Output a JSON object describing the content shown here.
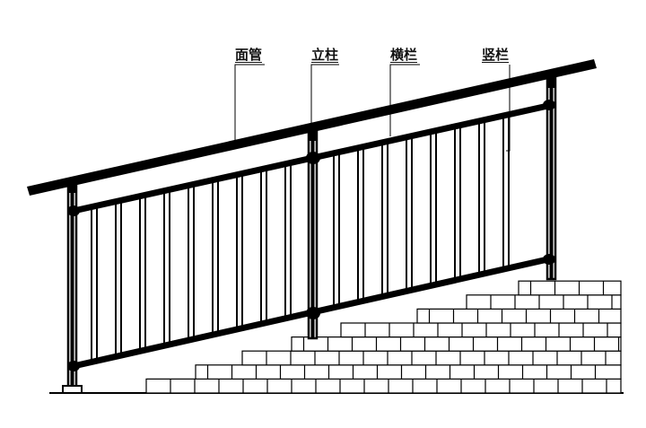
{
  "labels": {
    "top_rail": "面管",
    "post": "立柱",
    "horizontal_rail": "横栏",
    "vertical_bar": "竖栏"
  },
  "colors": {
    "line": "#000000",
    "background": "#ffffff"
  }
}
